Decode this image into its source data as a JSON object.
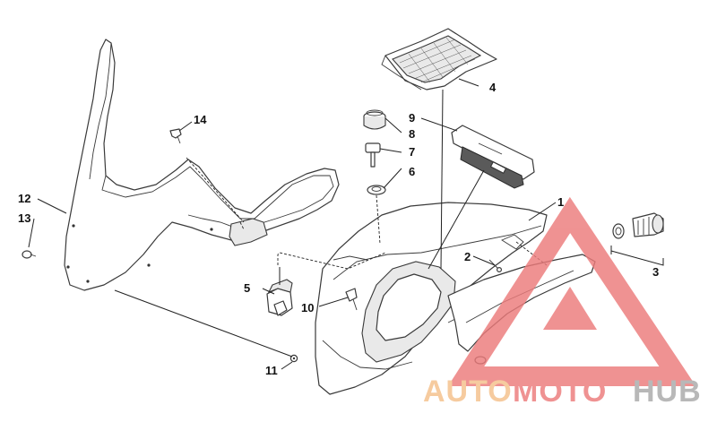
{
  "callouts": {
    "c1": "1",
    "c2": "2",
    "c3": "3",
    "c4": "4",
    "c5": "5",
    "c6": "6",
    "c7": "7",
    "c8": "8",
    "c9": "9",
    "c10": "10",
    "c11": "11",
    "c12": "12",
    "c13": "13",
    "c14": "14"
  },
  "watermark": {
    "auto": "AUTO",
    "moto": "MOTO",
    "hub": "HUB",
    "colors": {
      "auto": "#f5c08a",
      "moto": "#ec7b7b",
      "hub": "#a9a9a9",
      "triangle": "#ec7b7b"
    }
  }
}
